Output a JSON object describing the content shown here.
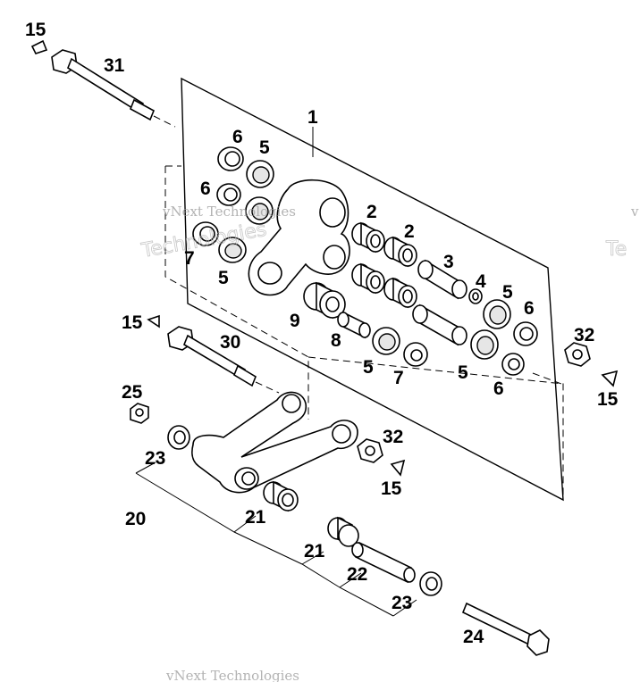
{
  "diagram": {
    "type": "exploded-parts-view",
    "callouts": {
      "c15a": "15",
      "c31": "31",
      "c1": "1",
      "c6a": "6",
      "c5a": "5",
      "c6b": "6",
      "c7a": "7",
      "c5b": "5",
      "c2a": "2",
      "c2b": "2",
      "c3": "3",
      "c4": "4",
      "c5c": "5",
      "c6c": "6",
      "c9": "9",
      "c8": "8",
      "c5d": "5",
      "c7b": "7",
      "c5e": "5",
      "c6d": "6",
      "c32a": "32",
      "c15b": "15",
      "c15c": "15",
      "c30": "30",
      "c25": "25",
      "c23a": "23",
      "c32b": "32",
      "c15d": "15",
      "c20": "20",
      "c21a": "21",
      "c21b": "21",
      "c22": "22",
      "c23b": "23",
      "c24": "24"
    },
    "watermark": {
      "line1": "vNext Technologies",
      "line2": "Technologies",
      "line3": "Te",
      "line4": "vNext Technologies",
      "edge_v": "v"
    }
  }
}
